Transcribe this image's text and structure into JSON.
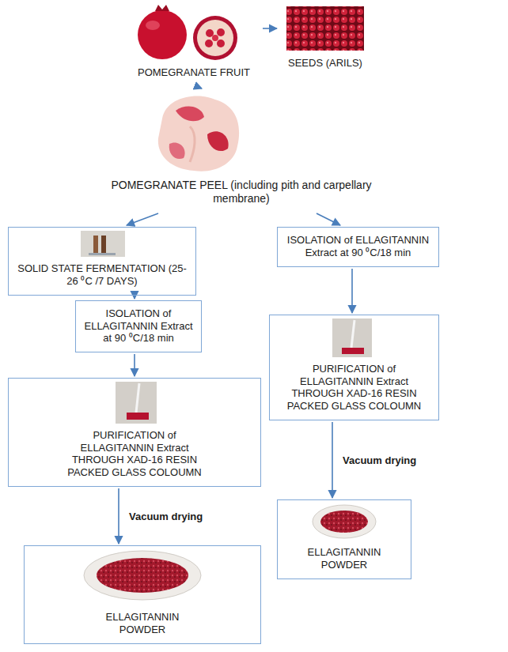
{
  "diagram": {
    "nodes": [
      {
        "text": [
          "POMEGRANATE FRUIT"
        ]
      },
      {
        "text": [
          "SEEDS (ARILS)"
        ]
      },
      {
        "text": [
          "POMEGRANATE PEEL (including pith and carpellary membrane)"
        ]
      },
      {
        "text": [
          "SOLID STATE FERMENTATION (25-26 ⁰C /7 DAYS)"
        ]
      },
      {
        "text": [
          "ISOLATION of ELLAGITANNIN Extract at 90 ⁰C/18 min"
        ]
      },
      {
        "text": [
          "PURIFICATION of ELLAGITANNIN Extract THROUGH XAD-16 RESIN PACKED GLASS COLOUMN"
        ]
      },
      {
        "text": [
          "ELLAGITANNIN POWDER"
        ]
      },
      {
        "text": [
          "ISOLATION of ELLAGITANNIN Extract at 90 ⁰C/18 min"
        ]
      },
      {
        "text": [
          "PURIFICATION of ELLAGITANNIN Extract THROUGH XAD-16 RESIN PACKED GLASS COLOUMN"
        ]
      },
      {
        "text": [
          "ELLAGITANNIN POWDER"
        ]
      }
    ],
    "edges": [
      {
        "from": 0,
        "to": 1,
        "arrow": "to"
      },
      {
        "from": 0,
        "to": 2,
        "arrow": "to"
      },
      {
        "from": 2,
        "to": 3,
        "arrow": "to"
      },
      {
        "from": 2,
        "to": 7,
        "arrow": "to"
      },
      {
        "from": 3,
        "to": 4,
        "arrow": "to"
      },
      {
        "from": 4,
        "to": 5,
        "arrow": "to"
      },
      {
        "from": 5,
        "to": 6,
        "arrow": "to",
        "label": "Vacuum drying"
      },
      {
        "from": 7,
        "to": 8,
        "arrow": "to"
      },
      {
        "from": 8,
        "to": 9,
        "arrow": "to",
        "label": "Vacuum drying"
      }
    ]
  }
}
